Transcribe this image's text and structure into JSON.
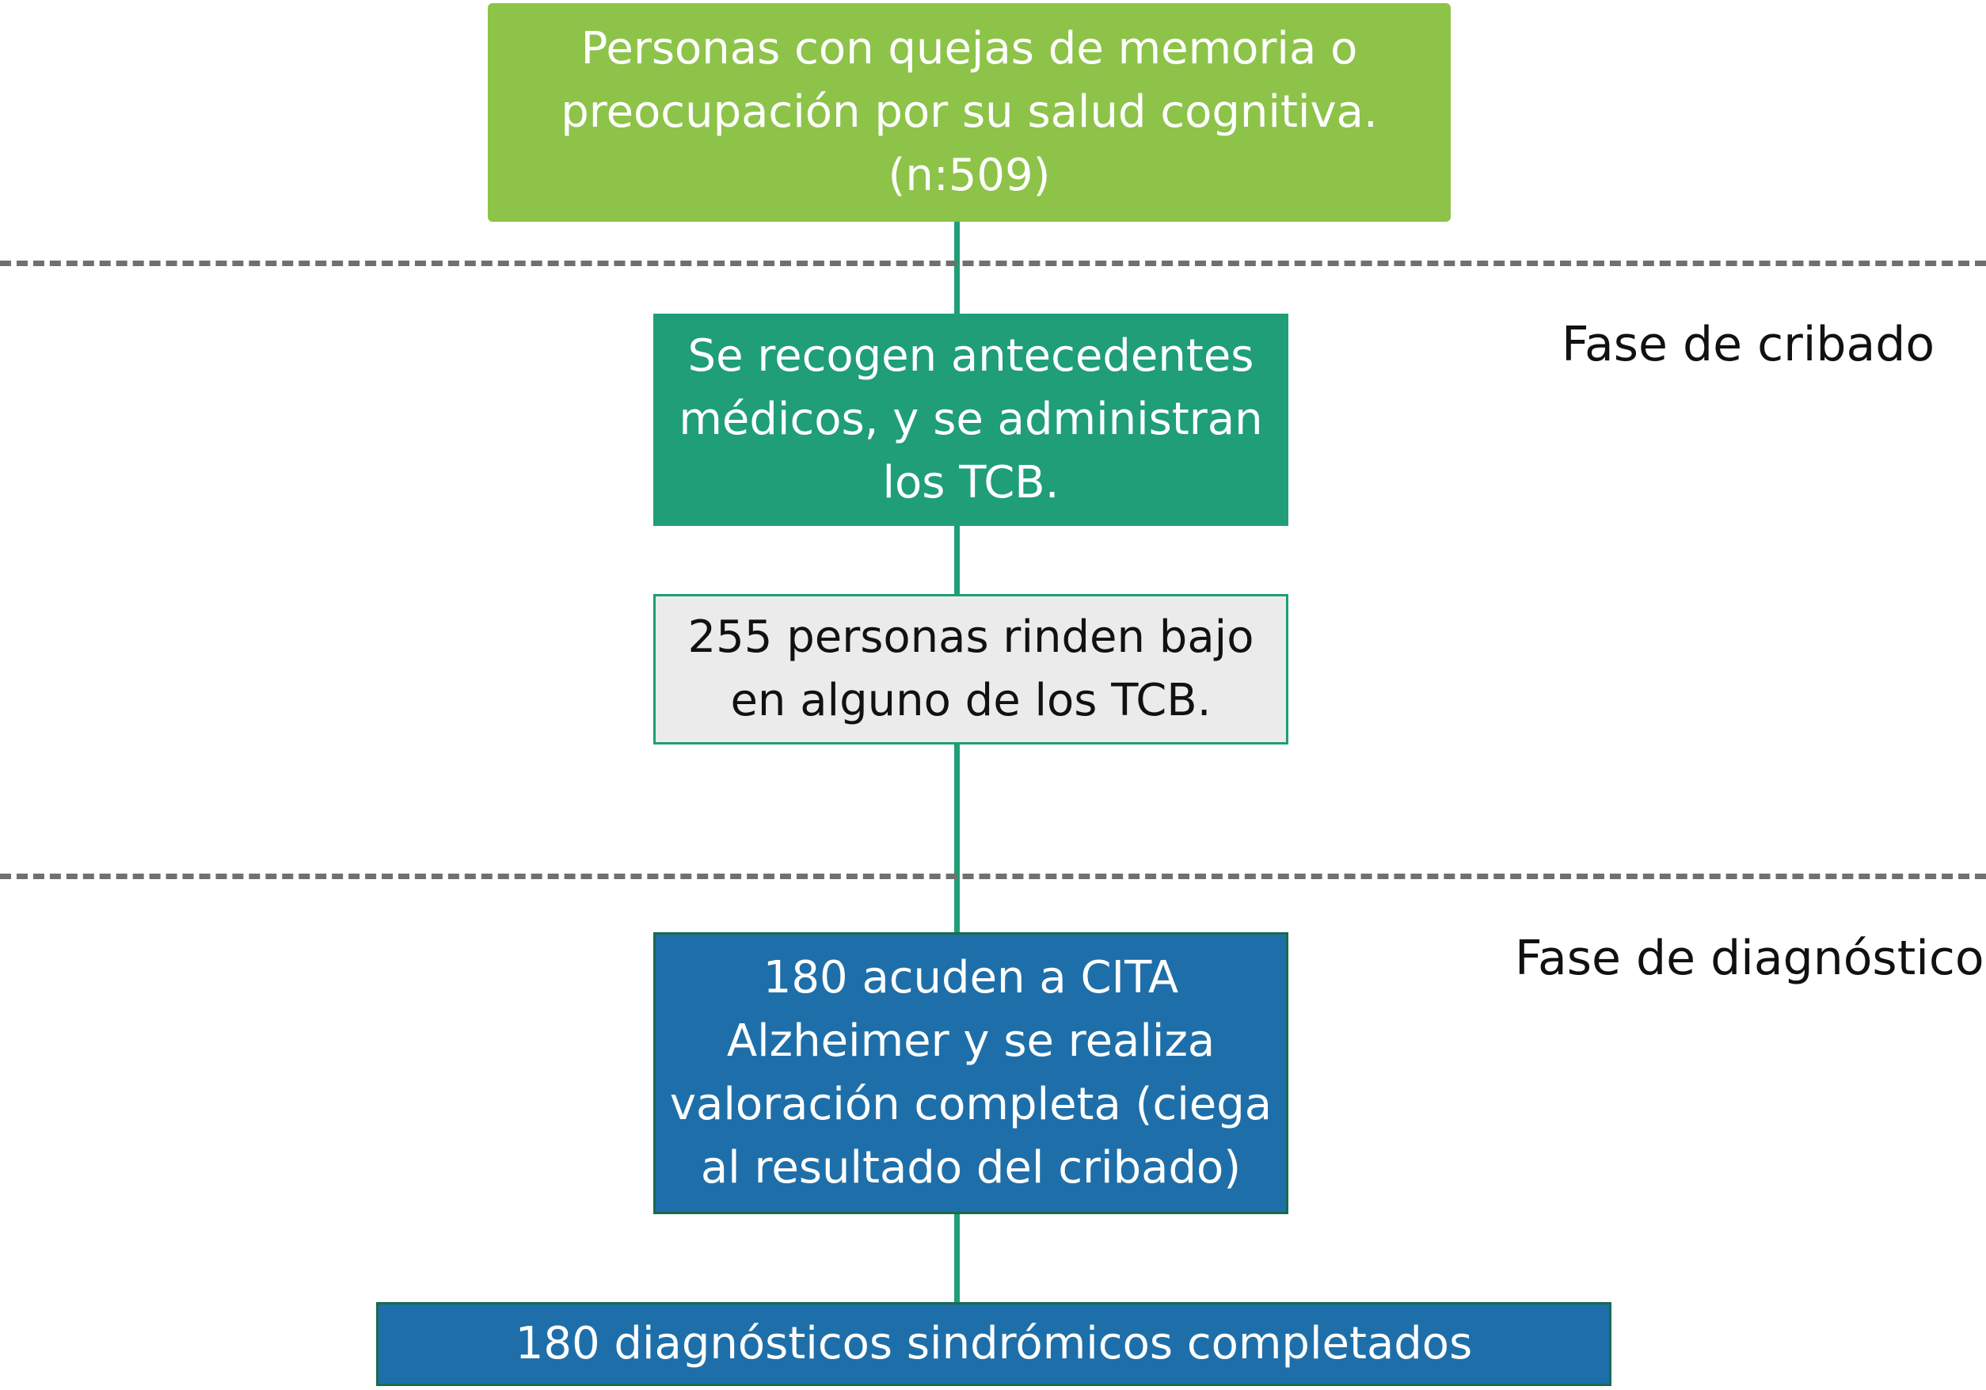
{
  "boxes": {
    "start": "Personas con quejas de memoria o\npreocupación por su salud cognitiva.\n(n:509)",
    "screening": "Se recogen antecedentes\nmédicos, y se administran\nlos TCB.",
    "low_performance": "255 personas rinden bajo\nen alguno de los TCB.",
    "cita": "180 acuden a CITA\nAlzheimer y se realiza\nvaloración completa (ciega\nal resultado del cribado)",
    "final": "180 diagnósticos sindrómicos completados"
  },
  "phases": {
    "cribado": "Fase de cribado",
    "diagnostico": "Fase de diagnóstico"
  },
  "colors": {
    "light_green": "#8dc348",
    "teal_green": "#1f9e78",
    "grey_box": "#ebebeb",
    "blue": "#1e6fa9",
    "dash_grey": "#707070"
  }
}
